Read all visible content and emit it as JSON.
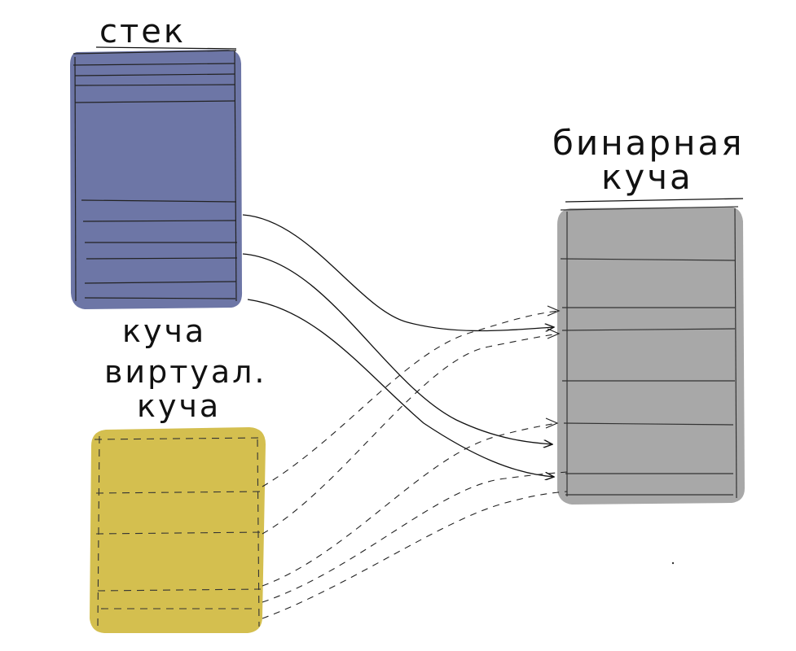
{
  "labels": {
    "stack": "стек",
    "heap": "куча",
    "virtual_heap_line1": "виртуал.",
    "virtual_heap_line2": "куча",
    "binary_heap_line1": "бинарная",
    "binary_heap_line2": "куча"
  },
  "colors": {
    "stack": "#6d76a6",
    "virtual_heap": "#d4bf4f",
    "binary_heap": "#a8a8a8",
    "ink": "#111111"
  }
}
